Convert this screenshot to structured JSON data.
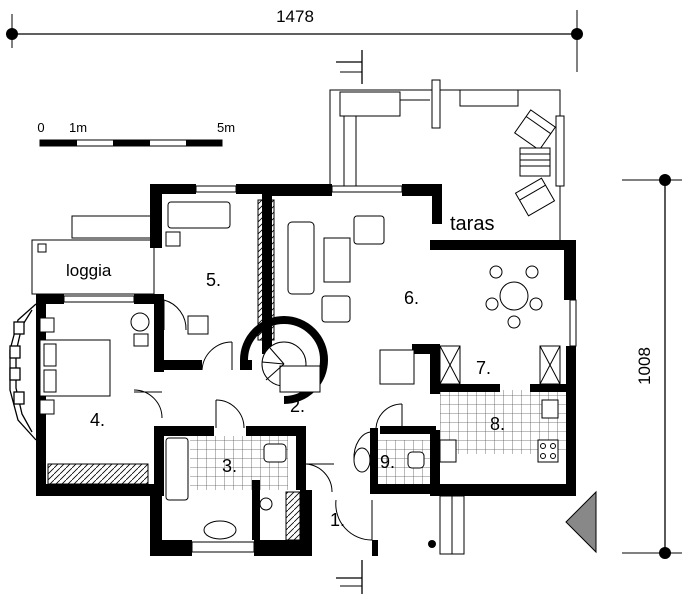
{
  "dimensions": {
    "width": "1478",
    "height": "1008"
  },
  "scale_bar": {
    "zero": "0",
    "one": "1m",
    "five": "5m"
  },
  "labels": {
    "loggia": "loggia",
    "taras": "taras"
  },
  "rooms": [
    {
      "id": "1",
      "label": "1."
    },
    {
      "id": "2",
      "label": "2."
    },
    {
      "id": "3",
      "label": "3."
    },
    {
      "id": "4",
      "label": "4."
    },
    {
      "id": "5",
      "label": "5."
    },
    {
      "id": "6",
      "label": "6."
    },
    {
      "id": "7",
      "label": "7."
    },
    {
      "id": "8",
      "label": "8."
    },
    {
      "id": "9",
      "label": "9."
    }
  ],
  "colors": {
    "wall": "#000000",
    "line": "#000000",
    "tile": "#555555",
    "background": "#ffffff"
  }
}
